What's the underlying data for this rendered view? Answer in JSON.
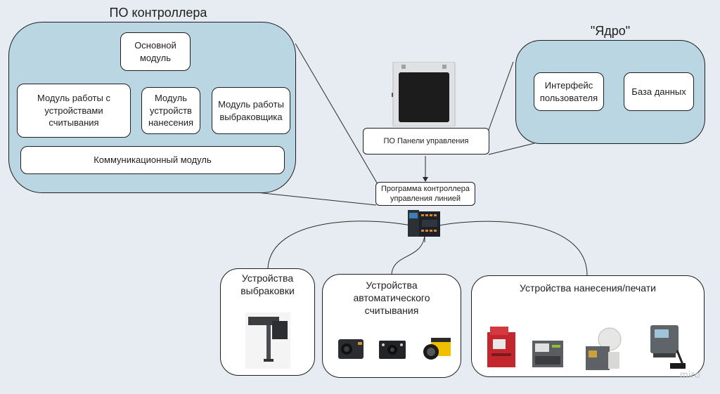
{
  "controller_group": {
    "title": "ПО контроллера",
    "modules": {
      "main": "Основной модуль",
      "readers": "Модуль работы с устройствами считывания",
      "applicators": "Модуль устройств нанесения",
      "rejector": "Модуль работы выбраковщика",
      "communication": "Коммуникационный модуль"
    }
  },
  "core_group": {
    "title": "\"Ядро\"",
    "ui": "Интерфейс пользователя",
    "db": "База данных"
  },
  "panel_label": "ПО Панели управления",
  "line_controller_label": "Программа контроллера управления линией",
  "devices": {
    "reject": {
      "title": "Устройства выбраковки"
    },
    "reading": {
      "title": "Устройства автоматического считывания"
    },
    "printing": {
      "title": "Устройства нанесения/печати"
    }
  },
  "watermark": "miro",
  "colors": {
    "background": "#e6ecf1",
    "group_fill": "#b9d6e2",
    "stroke": "#1e1e1e"
  }
}
